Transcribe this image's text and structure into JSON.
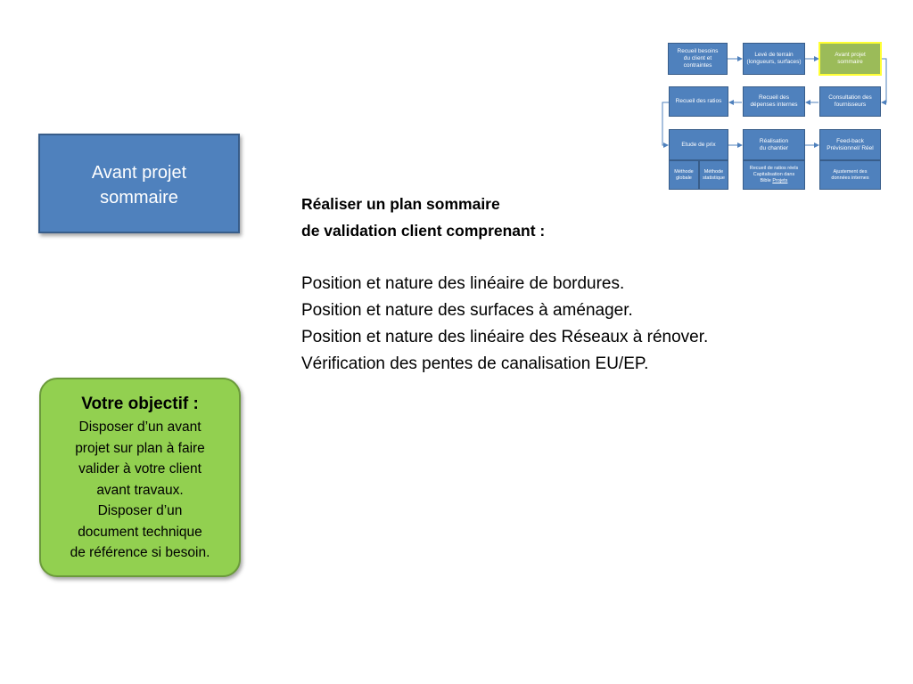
{
  "title_box": {
    "line1": "Avant projet",
    "line2": "sommaire"
  },
  "content": {
    "heading_line1": "Réaliser un plan sommaire",
    "heading_line2": "de validation client comprenant :",
    "items": [
      "Position et nature des linéaire de bordures.",
      "Position et nature des surfaces à aménager.",
      "Position et nature des linéaire des Réseaux à rénover.",
      "Vérification des pentes de canalisation EU/EP."
    ]
  },
  "objective": {
    "heading": "Votre objectif :",
    "lines": [
      "Disposer d’un avant",
      "projet sur plan à faire",
      "valider à votre client",
      "avant travaux.",
      "Disposer d’un",
      "document technique",
      "de référence si besoin."
    ]
  },
  "flow": {
    "nodes": {
      "recueil_besoins": "Recueil besoins\ndu client et\ncontraintes",
      "leve_terrain": "Levé de terrain\n(longueurs, surfaces)",
      "avant_projet": "Avant projet\nsommaire",
      "recueil_ratios": "Recueil des ratios",
      "recueil_depenses": "Recueil des\ndépenses internes",
      "consultation": "Consultation des\nfournisseurs",
      "etude_prix": "Etude de prix",
      "realisation": "Réalisation\ndu chantier",
      "feedback": "Feed-back\nPrévisionnel/ Réel",
      "methode_globale": "Méthode\nglobale",
      "methode_statistique": "Méthode\nstatistique",
      "recueil_ratios_reels": "Recueil de ratios réels\nCapitalisation dans\nBible ",
      "recueil_ratios_reels_link": "Projets",
      "ajustement": "Ajustement des\ndonnées internes"
    },
    "colors": {
      "node": "#4f81bd",
      "active": "#9bbb59",
      "highlight": "#ffff33",
      "arrow": "#4f81bd"
    }
  }
}
